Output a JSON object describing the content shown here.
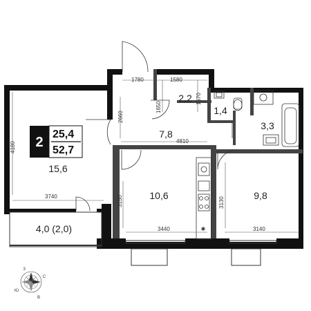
{
  "apartment": {
    "rooms_count": "2",
    "living_area": "25,4",
    "total_area": "52,7"
  },
  "rooms": {
    "living_room": "15,6",
    "balcony": "4,0 (2,0)",
    "closet": "2,2",
    "wc": "1,4",
    "bathroom": "3,3",
    "hallway": "7,8",
    "bedroom": "10,6",
    "kitchen": "9,8"
  },
  "dimensions": {
    "closet_width": "1780",
    "wc_width": "1580",
    "hall_height": "2660",
    "closet_depth": "1650",
    "wc_depth": "1570",
    "hall_width": "4810",
    "living_height": "4180",
    "living_width": "3740",
    "bedroom_height": "3150",
    "bedroom_width": "3440",
    "kitchen_height": "3130",
    "kitchen_width": "3140"
  },
  "compass": {
    "north": "С",
    "south": "Ю",
    "east": "В",
    "west": "З"
  },
  "colors": {
    "wall": "#111111",
    "partition": "#444444",
    "fixture": "#333333"
  }
}
